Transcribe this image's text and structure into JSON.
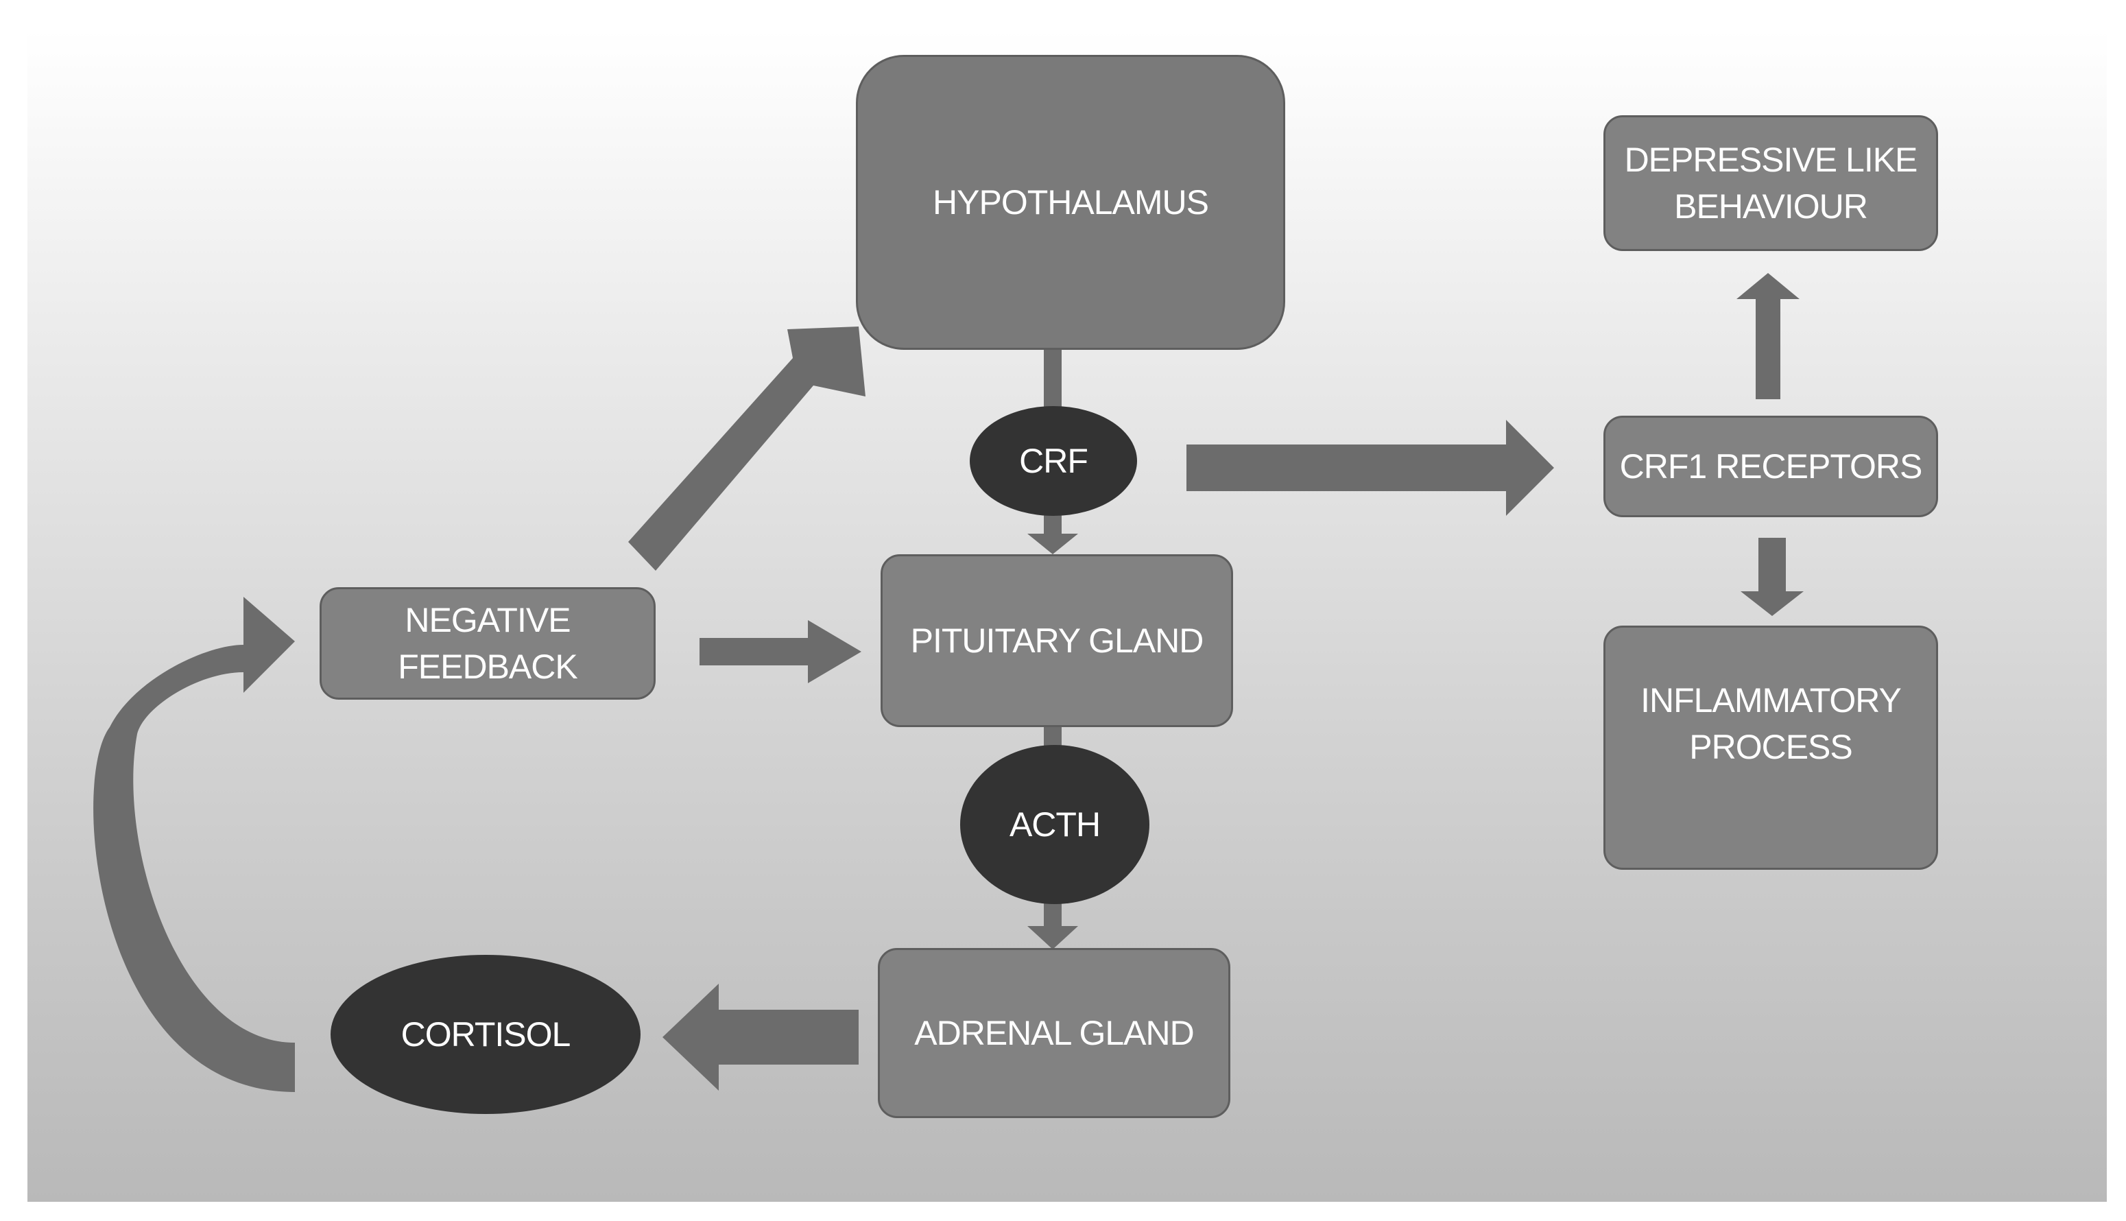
{
  "diagram": {
    "nodes": {
      "hypothalamus": "HYPOTHALAMUS",
      "crf": "CRF",
      "pituitary_gland": "PITUITARY GLAND",
      "acth": "ACTH",
      "adrenal_gland": "ADRENAL GLAND",
      "cortisol": "CORTISOL",
      "negative_feedback": "NEGATIVE\nFEEDBACK",
      "crf1_receptors": "CRF1 RECEPTORS",
      "depressive_like_behaviour": "DEPRESSIVE LIKE\nBEHAVIOUR",
      "inflammatory_process": "INFLAMMATORY\nPROCESS"
    },
    "edges": [
      {
        "from": "hypothalamus",
        "to": "crf"
      },
      {
        "from": "crf",
        "to": "pituitary_gland"
      },
      {
        "from": "pituitary_gland",
        "to": "acth"
      },
      {
        "from": "acth",
        "to": "adrenal_gland"
      },
      {
        "from": "adrenal_gland",
        "to": "cortisol"
      },
      {
        "from": "cortisol",
        "to": "negative_feedback"
      },
      {
        "from": "negative_feedback",
        "to": "pituitary_gland"
      },
      {
        "from": "negative_feedback",
        "to": "hypothalamus"
      },
      {
        "from": "crf",
        "to": "crf1_receptors"
      },
      {
        "from": "crf1_receptors",
        "to": "depressive_like_behaviour"
      },
      {
        "from": "crf1_receptors",
        "to": "inflammatory_process"
      }
    ],
    "colors": {
      "box_fill": "#828282",
      "box_border": "#5e5e5e",
      "ellipse_fill": "#333333",
      "arrow_fill": "#6c6c6c",
      "text": "#ffffff"
    }
  }
}
